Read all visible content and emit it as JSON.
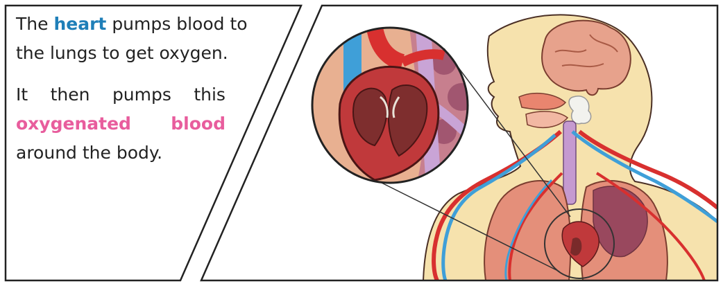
{
  "panel_text": {
    "line1_prefix": "The",
    "line1_keyword": "heart",
    "line1_suffix": "pumps blood to",
    "line2": "the lungs to get oxygen.",
    "line3_word1": "It",
    "line3_word2": "then",
    "line3_word3": "pumps",
    "line3_word4": "this",
    "line4_word1": "oxygenated",
    "line4_word2": "blood",
    "line5": "around the body."
  },
  "colors": {
    "keyword_blue": "#1f7fb8",
    "keyword_pink": "#e85d9d",
    "skin": "#f6e2ad",
    "artery_red": "#d8302f",
    "vein_blue": "#3f9fd8",
    "lung": "#e48f7a"
  },
  "illustration": {
    "subject": "human-circulatory-system",
    "zoom_inset": "heart-cross-section"
  }
}
